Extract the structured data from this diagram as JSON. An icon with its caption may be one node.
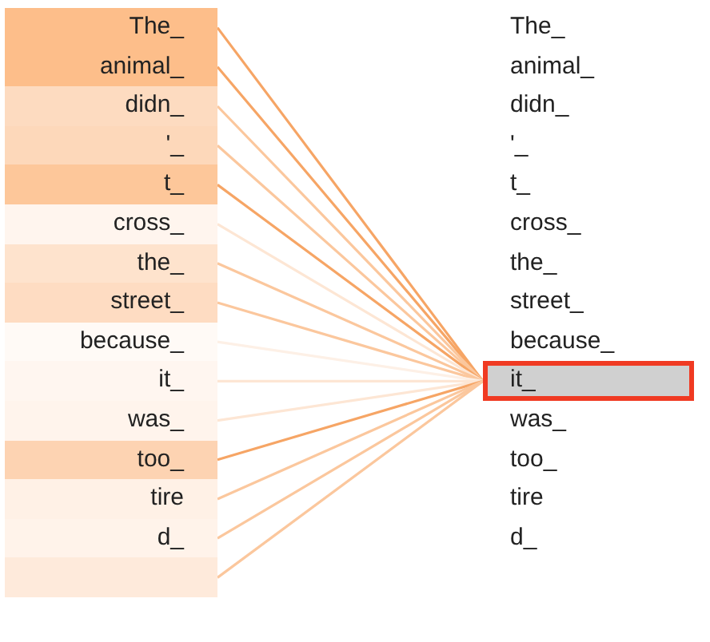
{
  "diagram": {
    "nodes": [
      {
        "text": [
          "The_"
        ]
      },
      {
        "text": [
          "animal_"
        ]
      },
      {
        "text": [
          "didn_"
        ]
      },
      {
        "text": [
          "'_"
        ]
      },
      {
        "text": [
          "t_"
        ]
      },
      {
        "text": [
          "cross_"
        ]
      },
      {
        "text": [
          "the_"
        ]
      },
      {
        "text": [
          "street_"
        ]
      },
      {
        "text": [
          "because_"
        ]
      },
      {
        "text": [
          "it_"
        ]
      },
      {
        "text": [
          "was_"
        ]
      },
      {
        "text": [
          "too_"
        ]
      },
      {
        "text": [
          "tire"
        ]
      },
      {
        "text": [
          "d_"
        ]
      },
      {
        "text": [],
        "shape": "bar"
      },
      {
        "text": [
          "The_"
        ]
      },
      {
        "text": [
          "animal_"
        ]
      },
      {
        "text": [
          "didn_"
        ]
      },
      {
        "text": [
          "'_"
        ]
      },
      {
        "text": [
          "t_"
        ]
      },
      {
        "text": [
          "cross_"
        ]
      },
      {
        "text": [
          "the_"
        ]
      },
      {
        "text": [
          "street_"
        ]
      },
      {
        "text": [
          "because_"
        ]
      },
      {
        "text": [
          "it_"
        ]
      },
      {
        "text": [
          "was_"
        ]
      },
      {
        "text": [
          "too_"
        ]
      },
      {
        "text": [
          "tire"
        ]
      },
      {
        "text": [
          "d_"
        ]
      }
    ],
    "edges": [
      {
        "from": 0,
        "to": 24,
        "arrow": "none",
        "color": "#f6a565"
      },
      {
        "from": 1,
        "to": 24,
        "arrow": "none",
        "color": "#f6a565"
      },
      {
        "from": 2,
        "to": 24,
        "arrow": "none"
      },
      {
        "from": 3,
        "to": 24,
        "arrow": "none"
      },
      {
        "from": 4,
        "to": 24,
        "arrow": "none",
        "color": "#f6a565"
      },
      {
        "from": 5,
        "to": 24,
        "arrow": "none",
        "color": "#fde6d4"
      },
      {
        "from": 6,
        "to": 24,
        "arrow": "none"
      },
      {
        "from": 7,
        "to": 24,
        "arrow": "none"
      },
      {
        "from": 8,
        "to": 24,
        "arrow": "none",
        "color": "#fdf0e6"
      },
      {
        "from": 9,
        "to": 24,
        "arrow": "none",
        "color": "#fde6d4"
      },
      {
        "from": 10,
        "to": 24,
        "arrow": "none",
        "color": "#fde6d4"
      },
      {
        "from": 11,
        "to": 24,
        "arrow": "none",
        "color": "#f6a565"
      },
      {
        "from": 12,
        "to": 24,
        "arrow": "none"
      },
      {
        "from": 13,
        "to": 24,
        "arrow": "none"
      },
      {
        "from": 14,
        "to": 24,
        "arrow": "none"
      }
    ]
  }
}
